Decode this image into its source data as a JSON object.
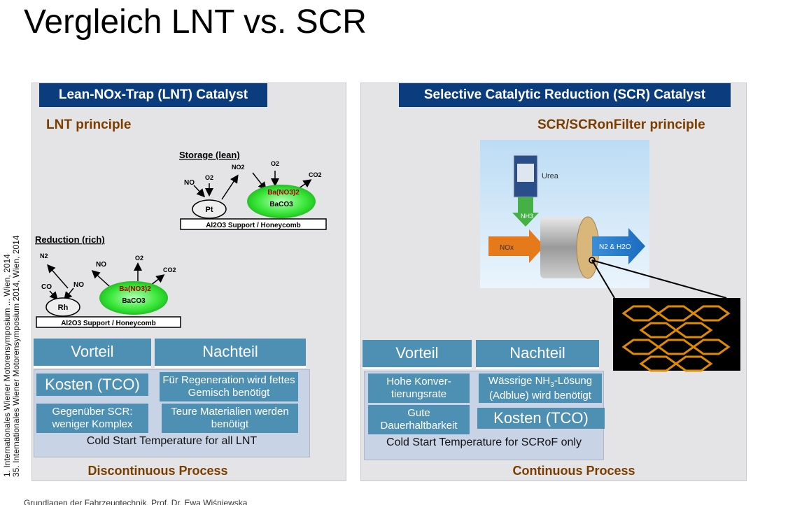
{
  "slide": {
    "title": "Vergleich LNT vs. SCR",
    "side_note_line1": "1. Internationales Wiener Motorensymposium ... Wien, 2014",
    "side_note_line2": "35. Internationales Wiener Motorensymposium 2014, Wien, 2014",
    "footer": "Grundlagen der Fahrzeugtechnik, Prof. Dr. Ewa Wiśniewska"
  },
  "lnt": {
    "banner": "Lean-NOx-Trap (LNT) Catalyst",
    "principle": "LNT principle",
    "diagram": {
      "storage_title": "Storage (lean)",
      "reduction_title": "Reduction (rich)",
      "support_label": "Al2O3 Support / Honeycomb",
      "pt": "Pt",
      "rh": "Rh",
      "ba_nitrate": "Ba(NO3)2",
      "ba_carbonate": "BaCO3",
      "no": "NO",
      "no2": "NO2",
      "o2": "O2",
      "co2": "CO2",
      "co": "CO",
      "n2": "N2"
    },
    "table": {
      "vorteil_header": "Vorteil",
      "nachteil_header": "Nachteil",
      "vorteil_1": "Kosten (TCO)",
      "vorteil_2": "Gegenüber SCR: weniger Komplex",
      "nachteil_1": "Für Regeneration wird fettes Gemisch benötigt",
      "nachteil_2": "Teure Materialien werden benötigt",
      "cold_start": "Cold Start Temperature for all LNT"
    },
    "process": "Discontinuous Process"
  },
  "scr": {
    "banner": "Selective Catalytic Reduction (SCR) Catalyst",
    "principle": "SCR/SCRonFilter principle",
    "diagram": {
      "urea": "Urea",
      "nh3": "NH3",
      "nox": "NOx",
      "out": "N2 & H2O"
    },
    "table": {
      "vorteil_header": "Vorteil",
      "nachteil_header": "Nachteil",
      "vorteil_1": "Hohe Konver-tierungsrate",
      "vorteil_2": "Gute Dauerhaltbarkeit",
      "nachteil_1_a": "Wässrige NH",
      "nachteil_1_sub": "3",
      "nachteil_1_b": "-Lösung (Adblue) wird benötigt",
      "nachteil_2": "Kosten (TCO)",
      "cold_start": "Cold Start Temperature for SCRoF only"
    },
    "process": "Continuous Process"
  },
  "colors": {
    "banner": "#0b3d7e",
    "cell": "#4e90b4",
    "heading_brown": "#7a3d00",
    "panel": "#e4e4e6",
    "green_oval": "#3ee83e",
    "honeycomb": "#e08a00"
  }
}
